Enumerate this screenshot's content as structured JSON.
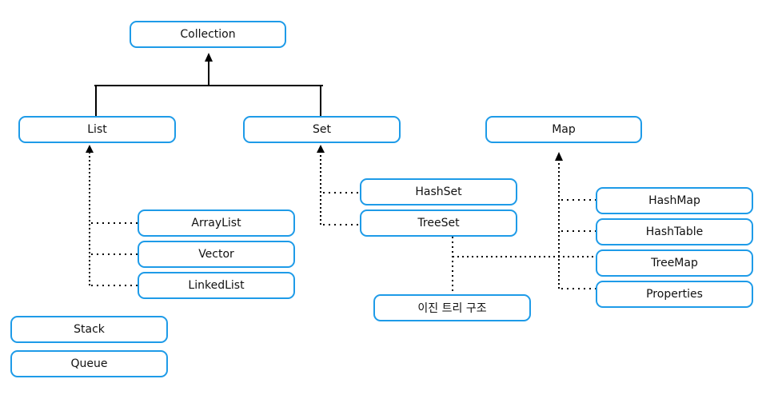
{
  "diagram": {
    "nodes": {
      "collection": "Collection",
      "list": "List",
      "set": "Set",
      "map": "Map",
      "arraylist": "ArrayList",
      "vector": "Vector",
      "linkedlist": "LinkedList",
      "hashset": "HashSet",
      "treeset": "TreeSet",
      "btree": "이진 트리 구조",
      "hashmap": "HashMap",
      "hashtable": "HashTable",
      "treemap": "TreeMap",
      "properties": "Properties",
      "stack": "Stack",
      "queue": "Queue"
    },
    "colors": {
      "node_border": "#1e9be8",
      "connector": "#000000"
    },
    "icons": {
      "arrowhead": "arrowhead-icon"
    }
  }
}
